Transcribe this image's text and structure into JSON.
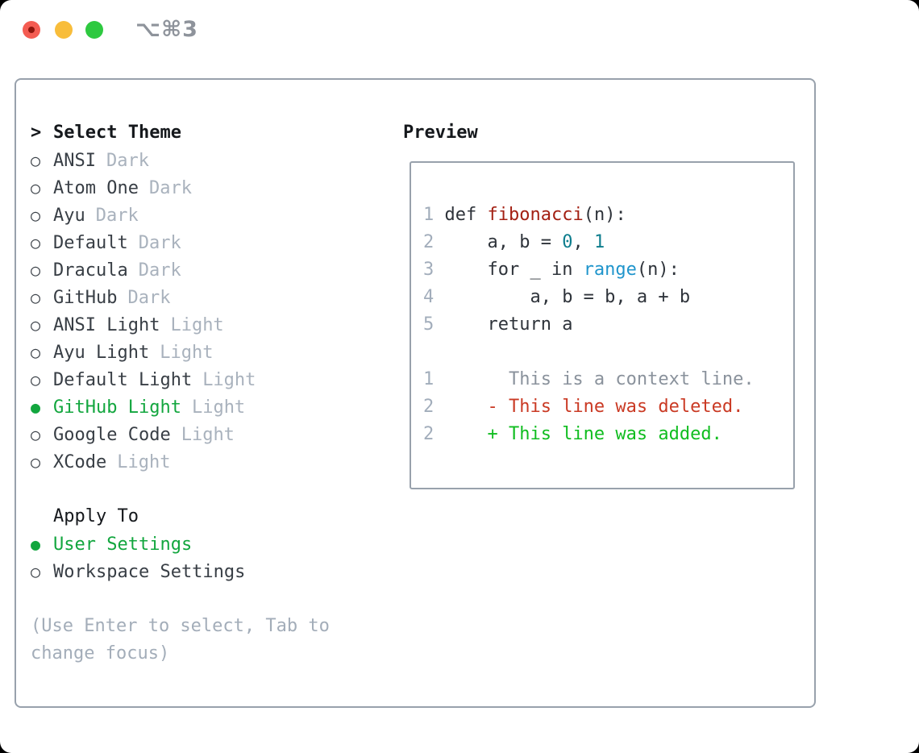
{
  "window": {
    "title": "⌥⌘3"
  },
  "colors": {
    "accent_green": "#12a63e",
    "border_gray": "#98a1ac",
    "function_red": "#a32013",
    "number_teal": "#0d7d8d",
    "builtin_blue": "#2095cc",
    "deleted_red": "#ca3a24",
    "added_green": "#10bd20",
    "muted_gray": "#a9b2bd"
  },
  "left": {
    "cursor": ">",
    "header": "Select Theme",
    "themes": [
      {
        "marker": "○",
        "name": "ANSI",
        "variant": "Dark",
        "selected": false
      },
      {
        "marker": "○",
        "name": "Atom One",
        "variant": "Dark",
        "selected": false
      },
      {
        "marker": "○",
        "name": "Ayu",
        "variant": "Dark",
        "selected": false
      },
      {
        "marker": "○",
        "name": "Default",
        "variant": "Dark",
        "selected": false
      },
      {
        "marker": "○",
        "name": "Dracula",
        "variant": "Dark",
        "selected": false
      },
      {
        "marker": "○",
        "name": "GitHub",
        "variant": "Dark",
        "selected": false
      },
      {
        "marker": "○",
        "name": "ANSI Light",
        "variant": "Light",
        "selected": false
      },
      {
        "marker": "○",
        "name": "Ayu Light",
        "variant": "Light",
        "selected": false
      },
      {
        "marker": "○",
        "name": "Default Light",
        "variant": "Light",
        "selected": false
      },
      {
        "marker": "●",
        "name": "GitHub Light",
        "variant": "Light",
        "selected": true
      },
      {
        "marker": "○",
        "name": "Google Code",
        "variant": "Light",
        "selected": false
      },
      {
        "marker": "○",
        "name": "XCode",
        "variant": "Light",
        "selected": false
      }
    ],
    "apply_to": {
      "header": "Apply To",
      "options": [
        {
          "marker": "●",
          "name": "User Settings",
          "selected": true
        },
        {
          "marker": "○",
          "name": "Workspace Settings",
          "selected": false
        }
      ]
    },
    "hint_line1": "(Use Enter to select, Tab to",
    "hint_line2": "change focus)"
  },
  "preview": {
    "header": "Preview",
    "code": [
      {
        "num": "1",
        "pre": " def ",
        "func": "fibonacci",
        "post": "(n):"
      },
      {
        "num": "2",
        "pre": "     a, b = ",
        "n1": "0",
        "mid": ", ",
        "n2": "1"
      },
      {
        "num": "3",
        "pre": "     for _ in ",
        "builtin": "range",
        "post": "(n):"
      },
      {
        "num": "4",
        "text": "         a, b = b, a + b"
      },
      {
        "num": "5",
        "text": "     return a"
      }
    ],
    "diff": [
      {
        "num": "1",
        "text": "       This is a context line."
      },
      {
        "num": "2",
        "text": "     - This line was deleted."
      },
      {
        "num": "2",
        "text": "     + This line was added."
      }
    ]
  }
}
